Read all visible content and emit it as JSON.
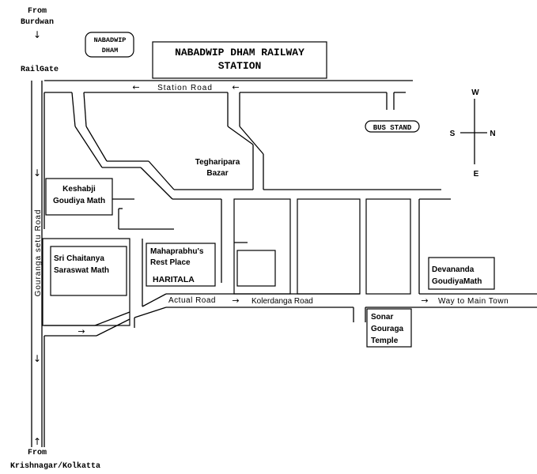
{
  "title": [
    "NABADWIP DHAM RAILWAY",
    "STATION"
  ],
  "station_tag": [
    "NABADWIP",
    "DHAM"
  ],
  "directions": {
    "from_top": [
      "From",
      "Burdwan"
    ],
    "railgate": "RailGate",
    "from_bottom": [
      "From",
      "Krishnagar/Kolkatta"
    ]
  },
  "roads": {
    "station_road": "Station Road",
    "gouranga_setu_road": "Gouranga setu Road",
    "actual_road": "Actual Road",
    "kolerdanga_road": "Kolerdanga Road",
    "way_to_main_town": "Way to Main Town"
  },
  "places": {
    "bus_stand": "BUS STAND",
    "tegharipara": [
      "Tegharipara",
      "Bazar"
    ],
    "keshabji": [
      "Keshabji",
      "Goudiya Math"
    ],
    "sri_chaitanya": [
      "Sri Chaitanya",
      "Saraswat Math"
    ],
    "mahaprabhu": [
      "Mahaprabhu's",
      "Rest Place"
    ],
    "haritala": "HARITALA",
    "devananda": [
      "Devananda",
      "GoudiyaMath"
    ],
    "sonar_gouraga": [
      "Sonar",
      "Gouraga",
      "Temple"
    ]
  },
  "compass": {
    "w": "W",
    "s": "S",
    "n": "N",
    "e": "E"
  },
  "arrows": {
    "left": "←",
    "right": "→",
    "down": "↓",
    "up": "↑"
  }
}
